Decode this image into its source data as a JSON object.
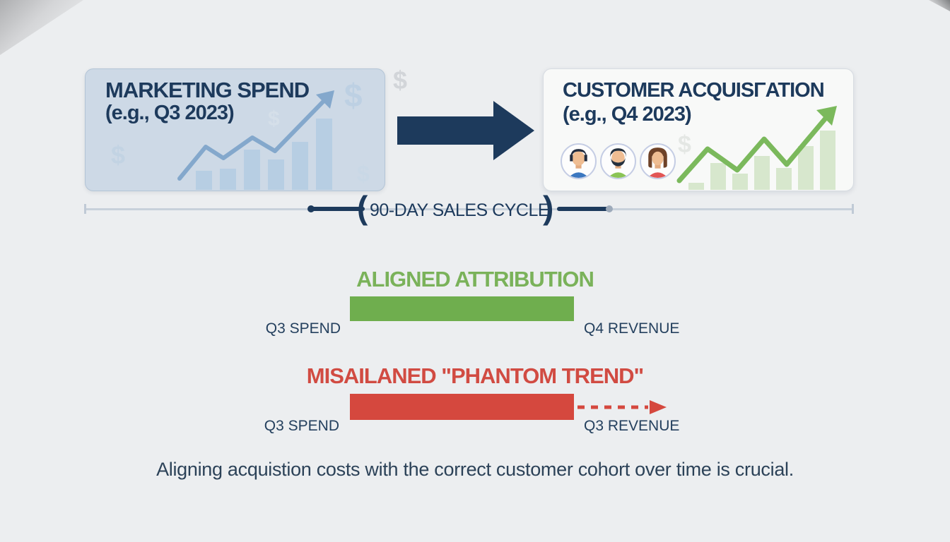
{
  "page": {
    "background_color": "#eceef0",
    "caption": "Aligning acquistion costs with the correct customer cohort over time is crucial."
  },
  "spend_box": {
    "title": "MARKETING SPEND",
    "subtitle": "(e.g., Q3 2023)",
    "dollar_sign": "$",
    "bars": [
      27,
      30,
      57,
      43,
      68,
      101
    ],
    "bar_color": "#b7cee3",
    "line_color": "#84a8cc"
  },
  "acquisition_box": {
    "title": "CUSTOMER ACQUISΓATION",
    "subtitle": "(e.g., Q4 2023)",
    "dollar_sign": "$",
    "bars": [
      10,
      38,
      23,
      48,
      31,
      62,
      84
    ],
    "bar_color": "#d7e7cd",
    "line_color": "#7bb95c",
    "avatars": [
      "male-dark-hair",
      "male-beard",
      "female-brown-hair"
    ]
  },
  "timeline": {
    "label": "90-DAY SALES CYCLE",
    "bracket_open": "(",
    "bracket_close": ")"
  },
  "aligned": {
    "title": "ALIGNED ATTRIBUTION",
    "left_label": "Q3 SPEND",
    "right_label": "Q4 REVENUE",
    "color": "#6fae4e"
  },
  "misaligned": {
    "title": "MISAILANED \"PHANTOM TREND\"",
    "left_label": "Q3 SPEND",
    "right_label": "Q3 REVENUE",
    "color": "#d5483e"
  },
  "colors": {
    "navy": "#1d3a5c",
    "timeline_line": "#c8d1db",
    "background": "#eceef0"
  }
}
